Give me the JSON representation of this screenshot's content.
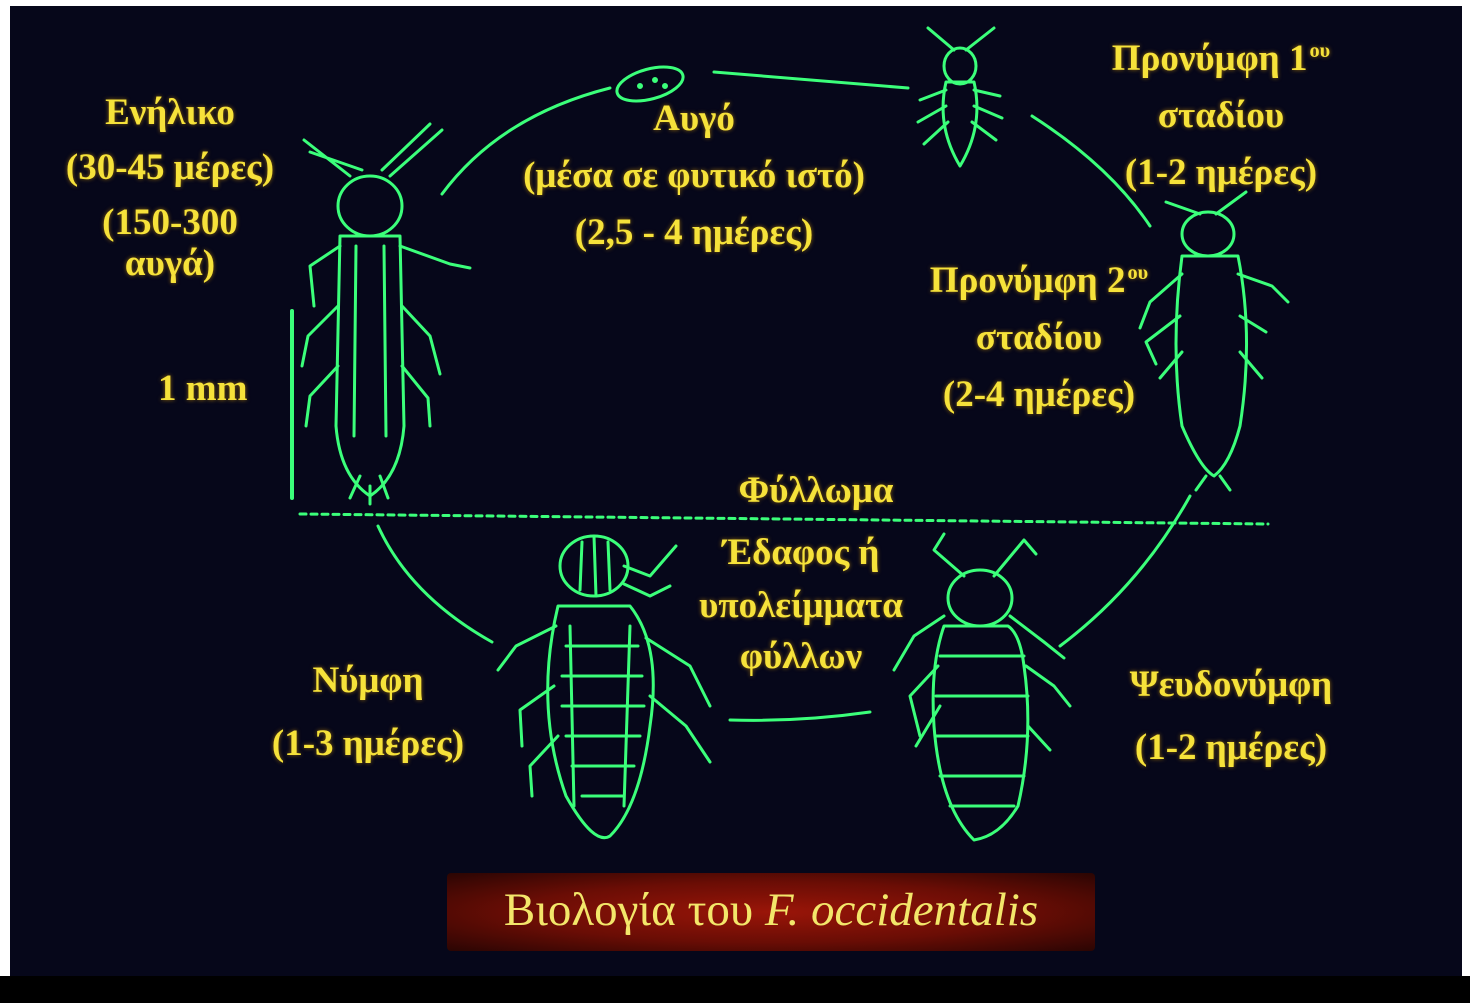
{
  "adult": {
    "name": "Ενήλικο",
    "duration": "(30-45 μέρες)",
    "eggs_line1": "(150-300",
    "eggs_line2": "αυγά)",
    "scale_label": "1 mm"
  },
  "egg": {
    "name": "Αυγό",
    "location": "(μέσα σε φυτικό ιστό)",
    "duration": "(2,5 - 4 ημέρες)"
  },
  "larva1": {
    "name": "Προνύμφη 1",
    "ordinal_sup": "ου",
    "stage": "σταδίου",
    "duration": "(1-2 ημέρες)"
  },
  "larva2": {
    "name": "Προνύμφη 2",
    "ordinal_sup": "ου",
    "stage": "σταδίου",
    "duration": "(2-4 ημέρες)"
  },
  "divider": {
    "above": "Φύλλωμα",
    "below_line1": "Έδαφος ή",
    "below_line2": "υπολείμματα",
    "below_line3": "φύλλων"
  },
  "pupa": {
    "name": "Νύμφη",
    "duration": "(1-3 ημέρες)"
  },
  "prepupa": {
    "name": "Ψευδονύμφη",
    "duration": "(1-2 ημέρες)"
  },
  "title": {
    "prefix": "Βιολογία του ",
    "species": "F. occidentalis"
  },
  "colors": {
    "background": "#06071a",
    "drawing": "#3bff7a",
    "text": "#f6e23a",
    "title_bg": "#8a1207"
  }
}
